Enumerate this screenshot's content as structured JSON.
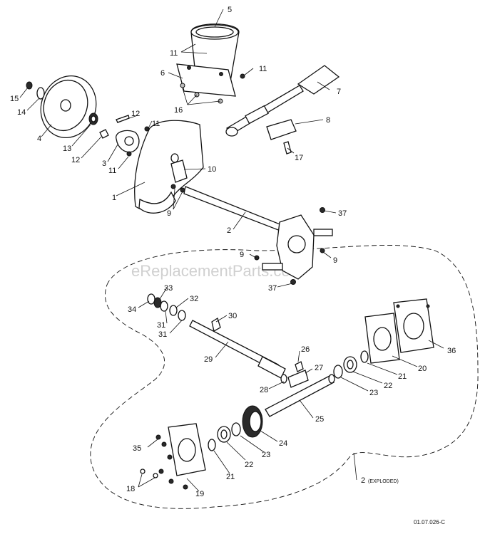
{
  "diagram": {
    "watermark": "eReplacementParts.com",
    "drawing_code": "01.07.026-C",
    "exploded_label": "(EXPLODED)",
    "callouts": {
      "p1": "1",
      "p2": "2",
      "p2x": "2",
      "p3": "3",
      "p4": "4",
      "p5": "5",
      "p6": "6",
      "p7": "7",
      "p8": "8",
      "p9a": "9",
      "p9b": "9",
      "p9c": "9",
      "p10": "10",
      "p11a": "11",
      "p11b": "11",
      "p11c": "11",
      "p11d": "11",
      "p12a": "12",
      "p12b": "12",
      "p13": "13",
      "p14": "14",
      "p15": "15",
      "p16": "16",
      "p17": "17",
      "p18": "18",
      "p19": "19",
      "p20": "20",
      "p21a": "21",
      "p21b": "21",
      "p22a": "22",
      "p22b": "22",
      "p23a": "23",
      "p23b": "23",
      "p24": "24",
      "p25": "25",
      "p26": "26",
      "p27": "27",
      "p28": "28",
      "p29": "29",
      "p30": "30",
      "p31a": "31",
      "p31b": "31",
      "p32": "32",
      "p33": "33",
      "p34": "34",
      "p35": "35",
      "p36": "36",
      "p37a": "37",
      "p37b": "37"
    }
  }
}
